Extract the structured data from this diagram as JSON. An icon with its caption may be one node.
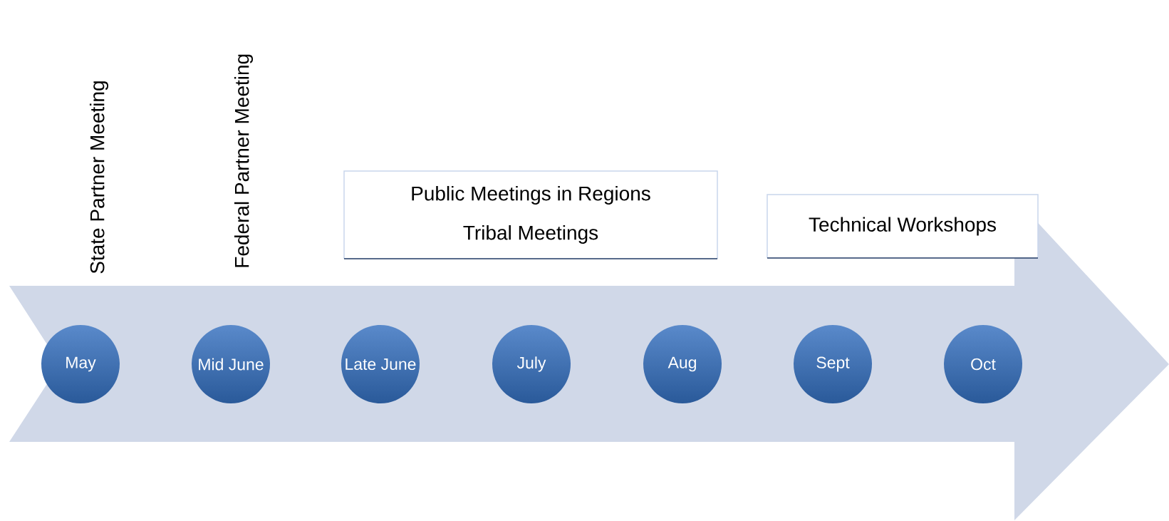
{
  "diagram": {
    "nodes": [
      {
        "text": [
          "May"
        ]
      },
      {
        "text": [
          "Mid June"
        ]
      },
      {
        "text": [
          "Late June"
        ]
      },
      {
        "text": [
          "July"
        ]
      },
      {
        "text": [
          "Aug"
        ]
      },
      {
        "text": [
          "Sept"
        ]
      },
      {
        "text": [
          "Oct"
        ]
      },
      {
        "text": [
          "Public Meetings in Regions",
          "Tribal Meetings"
        ]
      },
      {
        "text": [
          "Technical Workshops"
        ]
      }
    ],
    "labels": [
      "State Partner Meeting",
      "Federal Partner Meeting"
    ]
  }
}
